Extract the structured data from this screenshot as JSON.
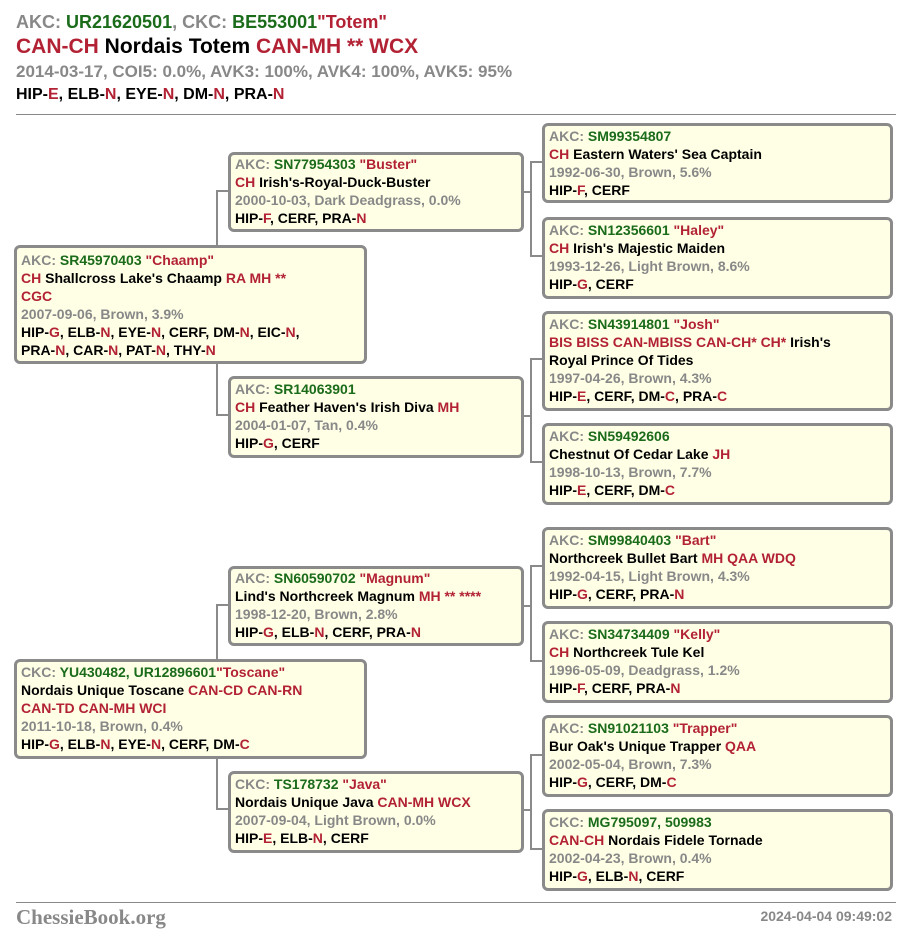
{
  "header": {
    "reg_akc_prefix": "AKC: ",
    "reg_akc": "UR21620501",
    "reg_sep": ", CKC: ",
    "reg_ckc": "BE553001",
    "call_name": "\"Totem\"",
    "title_pre": "CAN-CH",
    "name": "Nordais Totem",
    "title_post": "CAN-MH ** WCX",
    "details": "2014-03-17, COI5: 0.0%, AVK3: 100%, AVK4: 100%, AVK5: 95%",
    "health": [
      {
        "test": "HIP-",
        "result": "E",
        "sep": ", "
      },
      {
        "test": "ELB-",
        "result": "N",
        "sep": ", "
      },
      {
        "test": "EYE-",
        "result": "N",
        "sep": ", "
      },
      {
        "test": "DM-",
        "result": "N",
        "sep": ", "
      },
      {
        "test": "PRA-",
        "result": "N",
        "sep": ""
      }
    ]
  },
  "sire": {
    "reg_prefix": "AKC: ",
    "reg": "SR45970403",
    "call": " \"Chaamp\"",
    "title_pre": "CH",
    "name": " Shallcross Lake's Chaamp ",
    "title_post": "RA MH **",
    "title_post2": "CGC",
    "info": "2007-09-06, Brown, 3.9%",
    "health": [
      {
        "test": "HIP-",
        "result": "G",
        "sep": ", "
      },
      {
        "test": "ELB-",
        "result": "N",
        "sep": ", "
      },
      {
        "test": "EYE-",
        "result": "N",
        "sep": ", "
      },
      {
        "test": "CERF",
        "result": "",
        "sep": ", "
      },
      {
        "test": "DM-",
        "result": "N",
        "sep": ", "
      },
      {
        "test": "EIC-",
        "result": "N",
        "sep": ","
      }
    ],
    "health2": [
      {
        "test": "PRA-",
        "result": "N",
        "sep": ", "
      },
      {
        "test": "CAR-",
        "result": "N",
        "sep": ", "
      },
      {
        "test": "PAT-",
        "result": "N",
        "sep": ", "
      },
      {
        "test": "THY-",
        "result": "N",
        "sep": ""
      }
    ]
  },
  "dam": {
    "reg_prefix": "CKC: ",
    "reg": "YU430482, UR12896601",
    "call": "\"Toscane\"",
    "name": "Nordais Unique Toscane ",
    "title_post": "CAN-CD CAN-RN",
    "title_post2": "CAN-TD CAN-MH WCI",
    "info": "2011-10-18, Brown, 0.4%",
    "health": [
      {
        "test": "HIP-",
        "result": "G",
        "sep": ", "
      },
      {
        "test": "ELB-",
        "result": "N",
        "sep": ", "
      },
      {
        "test": "EYE-",
        "result": "N",
        "sep": ", "
      },
      {
        "test": "CERF",
        "result": "",
        "sep": ", "
      },
      {
        "test": "DM-",
        "result": "C",
        "sep": ""
      }
    ]
  },
  "ss": {
    "reg_prefix": "AKC: ",
    "reg": "SN77954303",
    "call": " \"Buster\"",
    "title_pre": "CH",
    "name": " Irish's-Royal-Duck-Buster",
    "info": "2000-10-03, Dark Deadgrass, 0.0%",
    "health": [
      {
        "test": "HIP-",
        "result": "F",
        "sep": ", "
      },
      {
        "test": "CERF",
        "result": "",
        "sep": ", "
      },
      {
        "test": "PRA-",
        "result": "N",
        "sep": ""
      }
    ]
  },
  "sd": {
    "reg_prefix": "AKC: ",
    "reg": "SR14063901",
    "title_pre": "CH",
    "name": " Feather Haven's Irish Diva ",
    "title_post": "MH",
    "info": "2004-01-07, Tan, 0.4%",
    "health": [
      {
        "test": "HIP-",
        "result": "G",
        "sep": ", "
      },
      {
        "test": "CERF",
        "result": "",
        "sep": ""
      }
    ]
  },
  "ds": {
    "reg_prefix": "AKC: ",
    "reg": "SN60590702",
    "call": " \"Magnum\"",
    "name": "Lind's Northcreek Magnum ",
    "title_post": "MH ** ****",
    "info": "1998-12-20, Brown, 2.8%",
    "health": [
      {
        "test": "HIP-",
        "result": "G",
        "sep": ", "
      },
      {
        "test": "ELB-",
        "result": "N",
        "sep": ", "
      },
      {
        "test": "CERF",
        "result": "",
        "sep": ", "
      },
      {
        "test": "PRA-",
        "result": "N",
        "sep": ""
      }
    ]
  },
  "dd": {
    "reg_prefix": "CKC: ",
    "reg": "TS178732",
    "call": " \"Java\"",
    "name": "Nordais Unique Java ",
    "title_post": "CAN-MH WCX",
    "info": "2007-09-04, Light Brown, 0.0%",
    "health": [
      {
        "test": "HIP-",
        "result": "E",
        "sep": ", "
      },
      {
        "test": "ELB-",
        "result": "N",
        "sep": ", "
      },
      {
        "test": "CERF",
        "result": "",
        "sep": ""
      }
    ]
  },
  "sss": {
    "reg_prefix": "AKC: ",
    "reg": "SM99354807",
    "title_pre": "CH",
    "name": " Eastern Waters' Sea Captain",
    "info": "1992-06-30, Brown, 5.6%",
    "health": [
      {
        "test": "HIP-",
        "result": "F",
        "sep": ", "
      },
      {
        "test": "CERF",
        "result": "",
        "sep": ""
      }
    ]
  },
  "ssd": {
    "reg_prefix": "AKC: ",
    "reg": "SN12356601",
    "call": " \"Haley\"",
    "title_pre": "CH",
    "name": " Irish's Majestic Maiden",
    "info": "1993-12-26, Light Brown, 8.6%",
    "health": [
      {
        "test": "HIP-",
        "result": "G",
        "sep": ", "
      },
      {
        "test": "CERF",
        "result": "",
        "sep": ""
      }
    ]
  },
  "sds": {
    "reg_prefix": "AKC: ",
    "reg": "SN43914801",
    "call": " \"Josh\"",
    "title_pre": "BIS BISS CAN-MBISS CAN-CH* CH*",
    "name": " Irish's",
    "name2": "Royal Prince Of Tides",
    "info": "1997-04-26, Brown, 4.3%",
    "health": [
      {
        "test": "HIP-",
        "result": "E",
        "sep": ", "
      },
      {
        "test": "CERF",
        "result": "",
        "sep": ", "
      },
      {
        "test": "DM-",
        "result": "C",
        "sep": ", "
      },
      {
        "test": "PRA-",
        "result": "C",
        "sep": ""
      }
    ]
  },
  "sdd": {
    "reg_prefix": "AKC: ",
    "reg": "SN59492606",
    "name": "Chestnut Of Cedar Lake ",
    "title_post": "JH",
    "info": "1998-10-13, Brown, 7.7%",
    "health": [
      {
        "test": "HIP-",
        "result": "E",
        "sep": ", "
      },
      {
        "test": "CERF",
        "result": "",
        "sep": ", "
      },
      {
        "test": "DM-",
        "result": "C",
        "sep": ""
      }
    ]
  },
  "dss": {
    "reg_prefix": "AKC: ",
    "reg": "SM99840403",
    "call": " \"Bart\"",
    "name": "Northcreek Bullet Bart ",
    "title_post": "MH QAA WDQ",
    "info": "1992-04-15, Light Brown, 4.3%",
    "health": [
      {
        "test": "HIP-",
        "result": "G",
        "sep": ", "
      },
      {
        "test": "CERF",
        "result": "",
        "sep": ", "
      },
      {
        "test": "PRA-",
        "result": "N",
        "sep": ""
      }
    ]
  },
  "dsd": {
    "reg_prefix": "AKC: ",
    "reg": "SN34734409",
    "call": " \"Kelly\"",
    "title_pre": "CH",
    "name": " Northcreek Tule Kel",
    "info": "1996-05-09, Deadgrass, 1.2%",
    "health": [
      {
        "test": "HIP-",
        "result": "F",
        "sep": ", "
      },
      {
        "test": "CERF",
        "result": "",
        "sep": ", "
      },
      {
        "test": "PRA-",
        "result": "N",
        "sep": ""
      }
    ]
  },
  "dds": {
    "reg_prefix": "AKC: ",
    "reg": "SN91021103",
    "call": " \"Trapper\"",
    "name": "Bur Oak's Unique Trapper ",
    "title_post": "QAA",
    "info": "2002-05-04, Brown, 7.3%",
    "health": [
      {
        "test": "HIP-",
        "result": "G",
        "sep": ", "
      },
      {
        "test": "CERF",
        "result": "",
        "sep": ", "
      },
      {
        "test": "DM-",
        "result": "C",
        "sep": ""
      }
    ]
  },
  "ddd": {
    "reg_prefix": "CKC: ",
    "reg": "MG795097, 509983",
    "title_pre": "CAN-CH",
    "name": " Nordais Fidele Tornade",
    "info": "2002-04-23, Brown, 0.4%",
    "health": [
      {
        "test": "HIP-",
        "result": "G",
        "sep": ", "
      },
      {
        "test": "ELB-",
        "result": "N",
        "sep": ", "
      },
      {
        "test": "CERF",
        "result": "",
        "sep": ""
      }
    ]
  },
  "footer": {
    "site": "ChessieBook.org",
    "timestamp": "2024-04-04 09:49:02"
  },
  "colors": {
    "registration": "#1a6b1a",
    "title": "#b22234",
    "muted": "#888888",
    "box_bg": "#ffffe6",
    "box_border": "#8a8a8a"
  }
}
